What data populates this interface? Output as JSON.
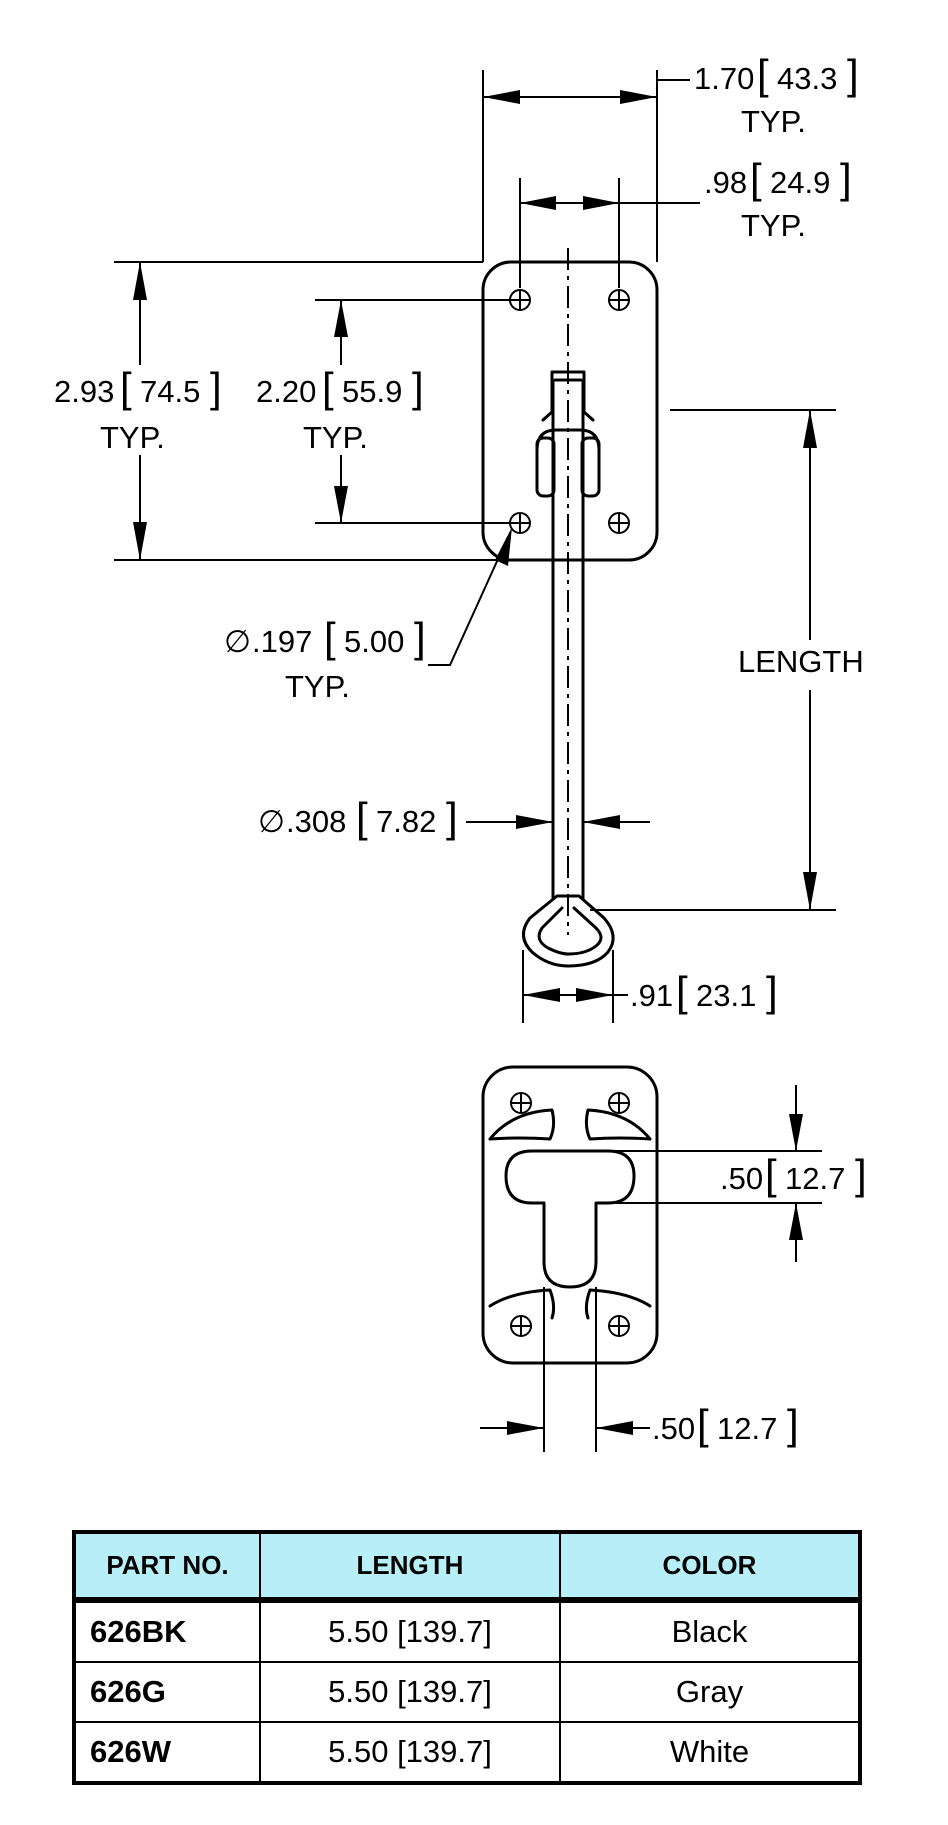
{
  "dimensions": {
    "plate_width": {
      "inch": "1.70",
      "mm": "43.3",
      "note": "TYP."
    },
    "hole_spacing_width": {
      "inch": ".98",
      "mm": "24.9",
      "note": "TYP."
    },
    "plate_height": {
      "inch": "2.93",
      "mm": "74.5",
      "note": "TYP."
    },
    "hole_spacing_height": {
      "inch": "2.20",
      "mm": "55.9",
      "note": "TYP."
    },
    "hole_diameter": {
      "symbol": "∅",
      "inch": ".197",
      "mm": "5.00",
      "note": "TYP."
    },
    "rod_diameter": {
      "symbol": "∅",
      "inch": ".308",
      "mm": "7.82"
    },
    "length_label": "LENGTH",
    "eye_width": {
      "inch": ".91",
      "mm": "23.1"
    },
    "keeper_slot_height": {
      "inch": ".50",
      "mm": "12.7"
    },
    "keeper_slot_width": {
      "inch": ".50",
      "mm": "12.7"
    }
  },
  "table": {
    "headers": {
      "part_no": "PART NO.",
      "length": "LENGTH",
      "color": "COLOR"
    },
    "rows": [
      {
        "part_no": "626BK",
        "length": "5.50 [139.7]",
        "color": "Black"
      },
      {
        "part_no": "626G",
        "length": "5.50 [139.7]",
        "color": "Gray"
      },
      {
        "part_no": "626W",
        "length": "5.50 [139.7]",
        "color": "White"
      }
    ]
  },
  "colors": {
    "header_fill": "#b7eef7",
    "line": "#000000"
  }
}
